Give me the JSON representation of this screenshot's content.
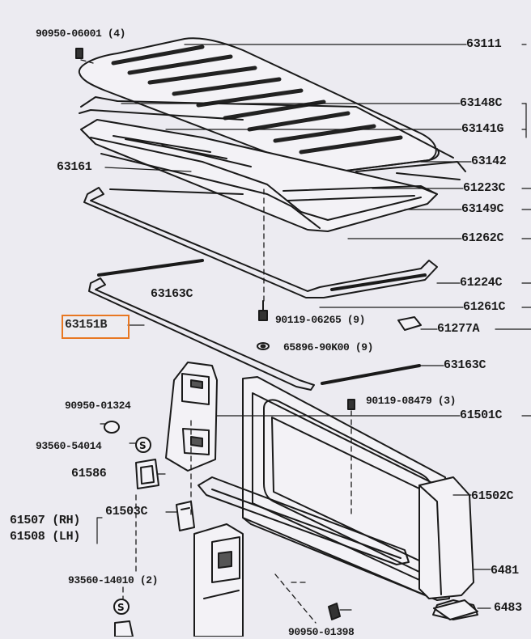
{
  "labels": {
    "p63111": "63111",
    "p63148c": "63148C",
    "p63141g": "63141G",
    "p63142": "63142",
    "p63161": "63161",
    "p61223c": "61223C",
    "p63149c": "63149C",
    "p61262c": "61262C",
    "p61224c": "61224C",
    "p63163c_a": "63163C",
    "p61261c": "61261C",
    "p63151b": "63151B",
    "p61277a": "61277A",
    "p63163c_b": "63163C",
    "p61501c": "61501C",
    "p61586": "61586",
    "p61502c": "61502C",
    "p61503c": "61503C",
    "p61507": "61507 (RH)",
    "p61508": "61508 (LH)",
    "p6481": "6481",
    "p6483": "6483",
    "b90950_06001": "90950-06001 (4)",
    "b90119_06265": "90119-06265 (9)",
    "b65896": "65896-90K00 (9)",
    "b90119_08479": "90119-08479 (3)",
    "b90950_01324": "90950-01324",
    "b93560_54014": "93560-54014",
    "b93560_14010": "93560-14010 (2)",
    "b90950_01398": "90950-01398"
  },
  "highlight": {
    "color": "#e87722",
    "part": "63151B"
  },
  "icons": [
    "bolt-icon",
    "clip-icon",
    "washer-icon",
    "s-marker-icon"
  ]
}
